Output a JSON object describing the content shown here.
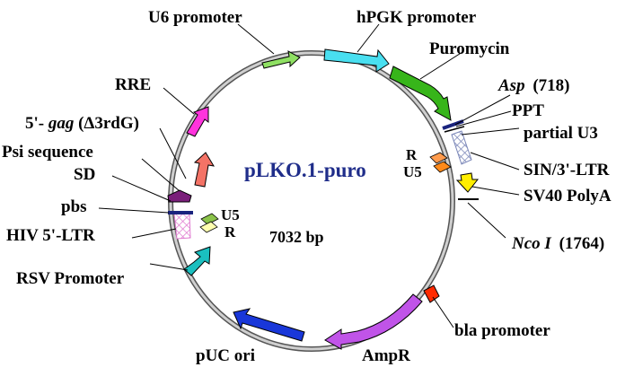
{
  "plasmid": {
    "name": "pLKO.1-puro",
    "size": "7032 bp"
  },
  "labels": {
    "u6": "U6 promoter",
    "hpgk": "hPGK promoter",
    "puro": "Puromycin",
    "asp_name": "Asp",
    "asp_pos": "(718)",
    "ppt": "PPT",
    "partial_u3": "partial U3",
    "sin_ltr": "SIN/3'-LTR",
    "sv40": "SV40 PolyA",
    "nco_name": "Nco I",
    "nco_pos": "(1764)",
    "bla": "bla promoter",
    "ampr": "AmpR",
    "puc": "pUC ori",
    "rsv": "RSV Promoter",
    "hiv_ltr": "HIV 5'-LTR",
    "pbs": "pbs",
    "sd": "SD",
    "psi": "Psi sequence",
    "gag_prefix": "5'-",
    "gag_name": "gag",
    "gag_suffix": " (Δ3rdG)",
    "rre": "RRE",
    "inner_r_right": "R",
    "inner_u5_right": "U5",
    "inner_u5_left": "U5",
    "inner_r_left": "R"
  },
  "colors": {
    "backbone": "#9a9a9a",
    "u6": "#8fe063",
    "hpgk": "#49dff0",
    "puro": "#37b51a",
    "sin": "#c9d6ea",
    "sv40": "#ffee00",
    "bla": "#ff2a00",
    "ampr": "#c054e8",
    "puc": "#1937d9",
    "rsv": "#1abfbf",
    "hiv": "#f6c3ec",
    "psi": "#7a1f7a",
    "rre": "#ff33dd",
    "gag": "#f47366",
    "r_right": "#ff9b4d",
    "u5_right": "#ff8a1a",
    "u5_left": "#8bc34a",
    "r_left": "#ffffb0",
    "marker": "#1a237e",
    "title": "#1f2d8a"
  }
}
